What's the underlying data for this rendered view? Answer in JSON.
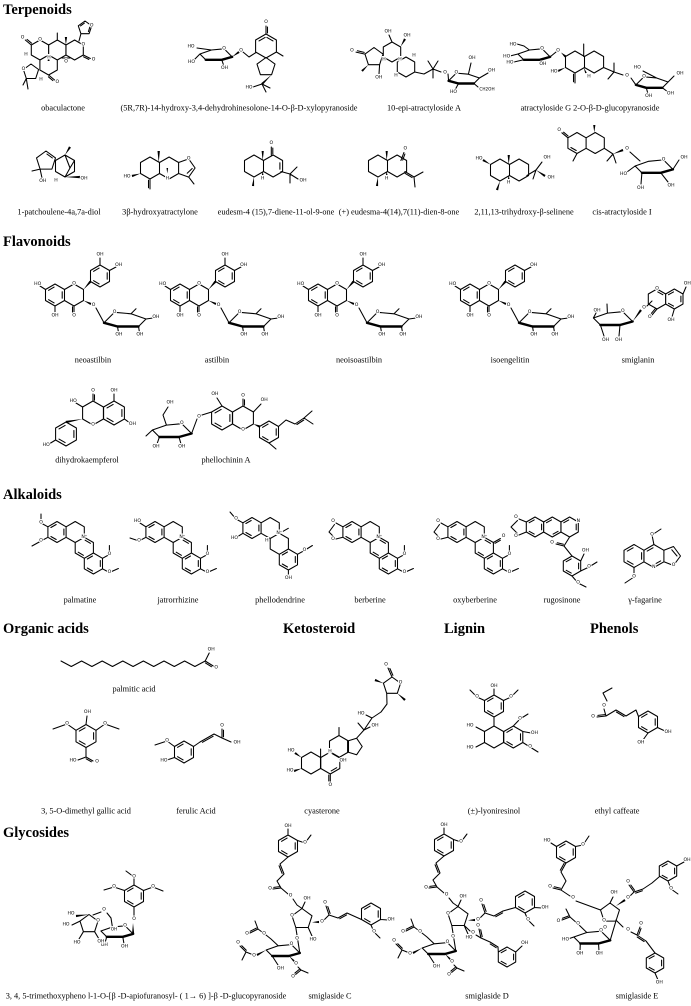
{
  "figure": {
    "background": "#ffffff",
    "ink_color": "#000000",
    "sections": [
      {
        "id": "terpenoids",
        "title": "Terpenoids",
        "compounds": [
          {
            "id": "obaculactone",
            "name": "obaculactone"
          },
          {
            "id": "hinesolone-xylopyranoside",
            "name": "(5R,7R)-14-hydroxy-3,4-dehydrohinesolone-14-O-β-D-xylopyranoside"
          },
          {
            "id": "epi-atractyloside-a",
            "name": "10-epi-atractyloside A"
          },
          {
            "id": "atractyloside-g",
            "name": "atractyloside G 2-O-β-D-glucopyranoside"
          },
          {
            "id": "patchoulene-diol",
            "name": "1-patchoulene-4a,7a-diol"
          },
          {
            "id": "hydroxyatractylone",
            "name": "3β-hydroxyatractylone"
          },
          {
            "id": "eudesm-diene-ol-one",
            "name": "eudesm-4 (15),7-diene-11-ol-9-one"
          },
          {
            "id": "eudesma-dien-one",
            "name": "(+) eudesma-4(14),7(11)-dien-8-one"
          },
          {
            "id": "trihydroxy-selinene",
            "name": "2,11,13-trihydroxy-β-selinene"
          },
          {
            "id": "cis-atractyloside-i",
            "name": "cis-atractyloside I"
          }
        ]
      },
      {
        "id": "flavonoids",
        "title": "Flavonoids",
        "compounds": [
          {
            "id": "neoastilbin",
            "name": "neoastilbin"
          },
          {
            "id": "astilbin",
            "name": "astilbin"
          },
          {
            "id": "neoisoastilbin",
            "name": "neoisoastilbin"
          },
          {
            "id": "isoengelitin",
            "name": "isoengelitin"
          },
          {
            "id": "smiglanin",
            "name": "smiglanin"
          },
          {
            "id": "dihydrokaempferol",
            "name": "dihydrokaempferol"
          },
          {
            "id": "phellochinin-a",
            "name": "phellochinin A"
          }
        ]
      },
      {
        "id": "alkaloids",
        "title": "Alkaloids",
        "compounds": [
          {
            "id": "palmatine",
            "name": "palmatine"
          },
          {
            "id": "jatrorrhizine",
            "name": "jatrorrhizine"
          },
          {
            "id": "phellodendrine",
            "name": "phellodendrine"
          },
          {
            "id": "berberine",
            "name": "berberine"
          },
          {
            "id": "oxyberberine",
            "name": "oxyberberine"
          },
          {
            "id": "rugosinone",
            "name": "rugosinone"
          },
          {
            "id": "gamma-fagarine",
            "name": "γ-fagarine"
          }
        ]
      },
      {
        "id": "organic-acids",
        "title": "Organic acids",
        "compounds": [
          {
            "id": "palmitic-acid",
            "name": "palmitic acid"
          },
          {
            "id": "dimethyl-gallic-acid",
            "name": "3, 5-O-dimethyl gallic acid"
          },
          {
            "id": "ferulic-acid",
            "name": "ferulic Acid"
          }
        ]
      },
      {
        "id": "ketosteroid",
        "title": "Ketosteroid",
        "compounds": [
          {
            "id": "cyasterone",
            "name": "cyasterone"
          }
        ]
      },
      {
        "id": "lignin",
        "title": "Lignin",
        "compounds": [
          {
            "id": "lyoniresinol",
            "name": "(±)-lyoniresinol"
          }
        ]
      },
      {
        "id": "phenols",
        "title": "Phenols",
        "compounds": [
          {
            "id": "ethyl-caffeate",
            "name": "ethyl caffeate"
          }
        ]
      },
      {
        "id": "glycosides",
        "title": "Glycosides",
        "compounds": [
          {
            "id": "trimethoxyphenol-glucopyranoside",
            "name": "3, 4, 5-trimethoxypheno l-1-O-[β -D-apiofuranosyl- ( 1→ 6) ]-β -D-glucopyranoside"
          },
          {
            "id": "smiglaside-c",
            "name": "smiglaside C"
          },
          {
            "id": "smiglaside-d",
            "name": "smiglaside D"
          },
          {
            "id": "smiglaside-e",
            "name": "smiglaside E"
          }
        ]
      }
    ]
  }
}
